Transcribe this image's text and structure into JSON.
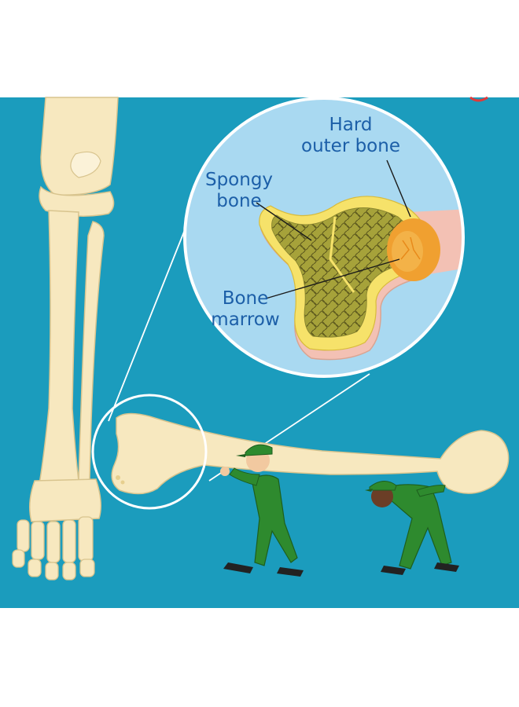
{
  "diagram": {
    "labels": {
      "hard_outer_bone": [
        "Hard",
        "outer bone"
      ],
      "spongy_bone": [
        "Spongy",
        "bone"
      ],
      "bone_marrow": [
        "Bone",
        "marrow"
      ]
    }
  },
  "colors": {
    "background": "#1b9cbd",
    "bone": "#f7e8bf",
    "magnifier_fill": "#a9d9f1",
    "spongy": "#a7a23c",
    "marrow": "#f0a030",
    "label_text": "#1c5fa8",
    "uniform_green": "#2e8a2e"
  }
}
